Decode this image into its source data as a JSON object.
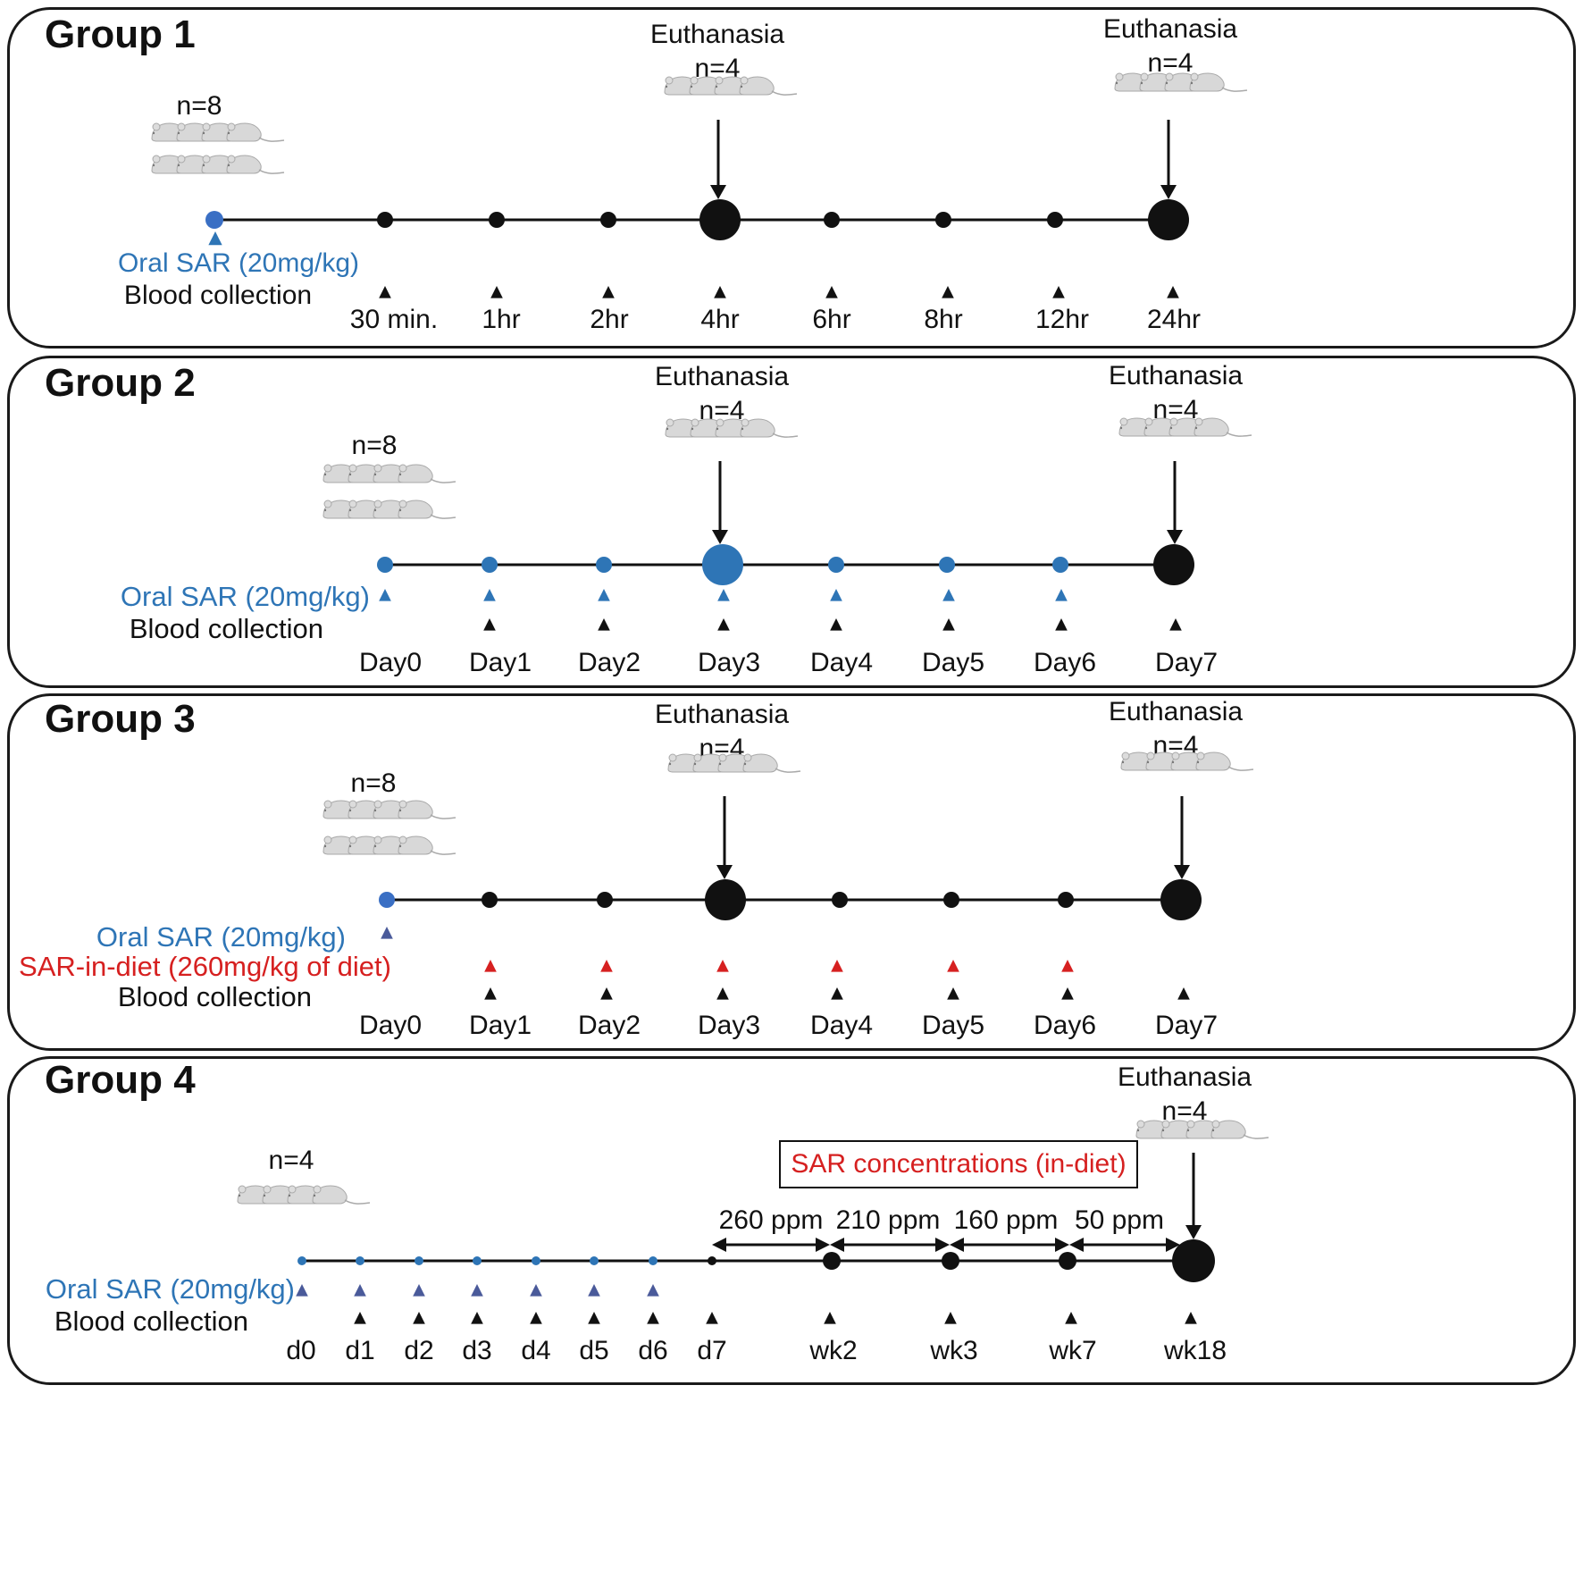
{
  "colors": {
    "blue": "#2e75b6",
    "navy": "#4a5a9a",
    "red": "#d62020",
    "black": "#111111",
    "mouse": "#d8d8d8"
  },
  "common": {
    "euthanasia": "Euthanasia",
    "n4": "n=4",
    "n8": "n=8",
    "oral": "Oral SAR (20mg/kg)",
    "blood": "Blood collection"
  },
  "group1": {
    "title": "Group 1",
    "times": [
      "30 min.",
      "1hr",
      "2hr",
      "4hr",
      "6hr",
      "8hr",
      "12hr",
      "24hr"
    ]
  },
  "group2": {
    "title": "Group 2",
    "days": [
      "Day0",
      "Day1",
      "Day2",
      "Day3",
      "Day4",
      "Day5",
      "Day6",
      "Day7"
    ]
  },
  "group3": {
    "title": "Group 3",
    "diet": "SAR-in-diet (260mg/kg of diet)",
    "days": [
      "Day0",
      "Day1",
      "Day2",
      "Day3",
      "Day4",
      "Day5",
      "Day6",
      "Day7"
    ]
  },
  "group4": {
    "title": "Group 4",
    "conc_label": "SAR concentrations (in-diet)",
    "ppm": [
      "260 ppm",
      "210 ppm",
      "160 ppm",
      "50 ppm"
    ],
    "times": [
      "d0",
      "d1",
      "d2",
      "d3",
      "d4",
      "d5",
      "d6",
      "d7",
      "wk2",
      "wk3",
      "wk7",
      "wk18"
    ]
  }
}
